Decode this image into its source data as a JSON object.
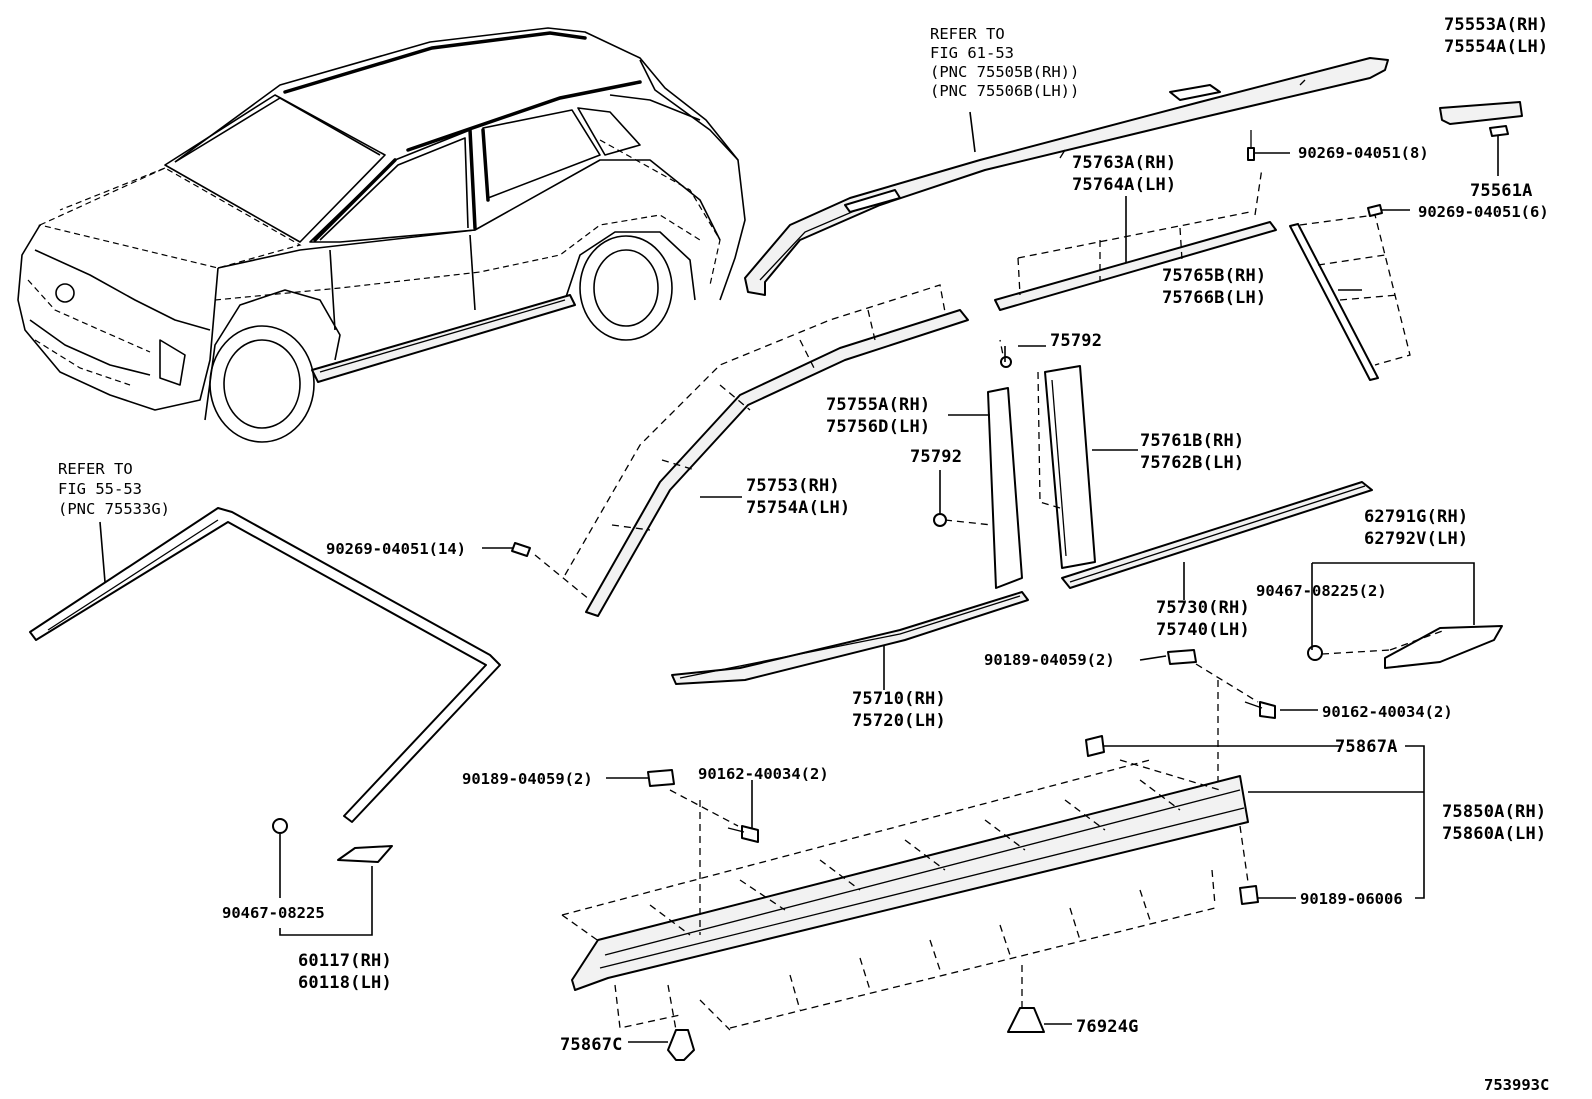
{
  "figure_number": "753993C",
  "references": {
    "roof_rack": [
      "REFER TO",
      "FIG 61-53",
      "(PNC 75505B(RH))",
      "(PNC 75506B(LH))"
    ],
    "windshield": [
      "REFER TO",
      "FIG 55-53",
      "(PNC 75533G)"
    ]
  },
  "labels": {
    "p75553a": "75553A(RH)",
    "p75554a": "75554A(LH)",
    "p75561a": "75561A",
    "c90269_8": "90269-04051(8)",
    "c90269_6": "90269-04051(6)",
    "p75763a": "75763A(RH)",
    "p75764a": "75764A(LH)",
    "p75765b": "75765B(RH)",
    "p75766b": "75766B(LH)",
    "p75792_a": "75792",
    "p75792_b": "75792",
    "p75755a": "75755A(RH)",
    "p75756d": "75756D(LH)",
    "p75761b": "75761B(RH)",
    "p75762b": "75762B(LH)",
    "p75753": "75753(RH)",
    "p75754a": "75754A(LH)",
    "c90269_14": "90269-04051(14)",
    "p62791g": "62791G(RH)",
    "p62792v": "62792V(LH)",
    "c90467_2": "90467-08225(2)",
    "p75730": "75730(RH)",
    "p75740": "75740(LH)",
    "c90189_a": "90189-04059(2)",
    "c90162_a": "90162-40034(2)",
    "p75710": "75710(RH)",
    "p75720": "75720(LH)",
    "p75867a": "75867A",
    "p75850a": "75850A(RH)",
    "p75860a": "75860A(LH)",
    "c90189_b": "90189-04059(2)",
    "c90162_b": "90162-40034(2)",
    "c90189_06006": "90189-06006",
    "c90467_1": "90467-08225",
    "p60117": "60117(RH)",
    "p60118": "60118(LH)",
    "p75867c": "75867C",
    "p76924g": "76924G"
  }
}
